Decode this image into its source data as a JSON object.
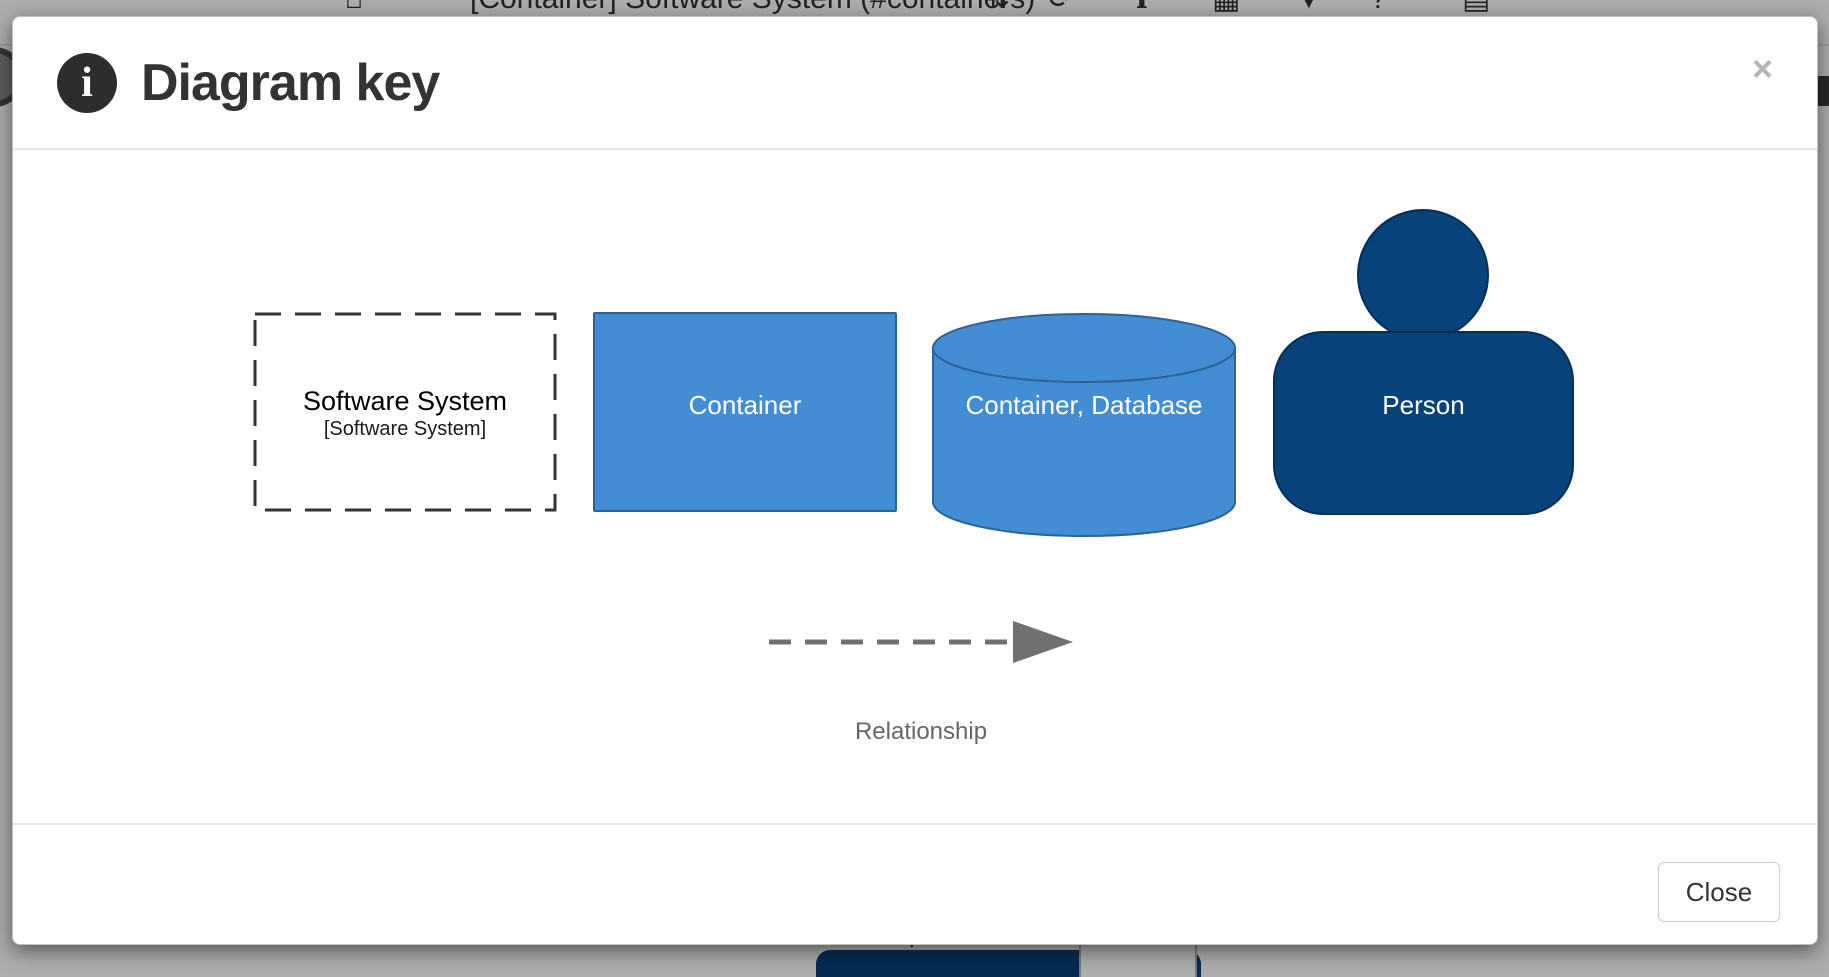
{
  "colors": {
    "container_blue": "#438dd5",
    "container_border": "#2e6295",
    "person_blue": "#08427b",
    "person_border": "#052e56",
    "relationship_gray": "#707070",
    "dashed_border": "#333333"
  },
  "background": {
    "toolbar": {
      "home_glyph": "⌂",
      "diagram_selector": "[Container] Software System (#containers)",
      "selector_arrows": "⇅",
      "refresh_glyph": "⟳",
      "info_glyph": "ℹ",
      "save_glyph": "▦",
      "filter_glyph": "▼",
      "help_glyph": "?",
      "print_glyph": "▤"
    },
    "canvas_fragment_arrow": "▼"
  },
  "modal": {
    "title": "Diagram key",
    "info_glyph": "i",
    "close_glyph": "×",
    "footer": {
      "close_label": "Close"
    }
  },
  "key": {
    "software_system": {
      "name": "Software System",
      "meta": "[Software System]"
    },
    "container": {
      "label": "Container"
    },
    "database": {
      "label": "Container, Database"
    },
    "person": {
      "label": "Person"
    },
    "relationship": {
      "label": "Relationship"
    }
  }
}
